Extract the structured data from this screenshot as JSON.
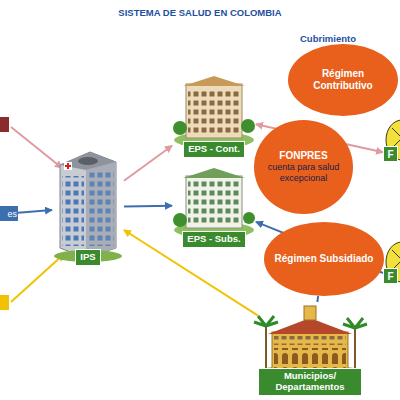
{
  "diagram": {
    "title": "SISTEMA DE SALUD EN COLOMBIA",
    "nodes": [
      {
        "text": [
          "es"
        ]
      },
      {
        "text": [
          "IPS"
        ]
      },
      {
        "text": [
          "EPS - Cont."
        ]
      },
      {
        "text": [
          "EPS - Subs."
        ]
      },
      {
        "text": [
          "Régimen Contributivo"
        ]
      },
      {
        "text": [
          "FONPRES",
          "cuenta para salud excepcional"
        ]
      },
      {
        "text": [
          "Régimen Subsidiado"
        ]
      },
      {
        "text": [
          "F"
        ]
      },
      {
        "text": [
          "F"
        ]
      },
      {
        "text": [
          "Municipios/ Departamentos"
        ]
      }
    ],
    "edges": [
      {
        "from": 0,
        "to": 1,
        "arrow": "to"
      },
      {
        "from": 1,
        "to": 2,
        "arrow": "to"
      },
      {
        "from": 1,
        "to": 3,
        "arrow": "to"
      },
      {
        "from": 2,
        "to": 7,
        "arrow": "both"
      },
      {
        "from": 8,
        "to": 3,
        "arrow": "to"
      },
      {
        "from": 9,
        "to": 1,
        "arrow": "to"
      },
      {
        "from": 9,
        "to": 6,
        "arrow": "none"
      }
    ],
    "labels": [
      "Cubrimiento"
    ]
  }
}
